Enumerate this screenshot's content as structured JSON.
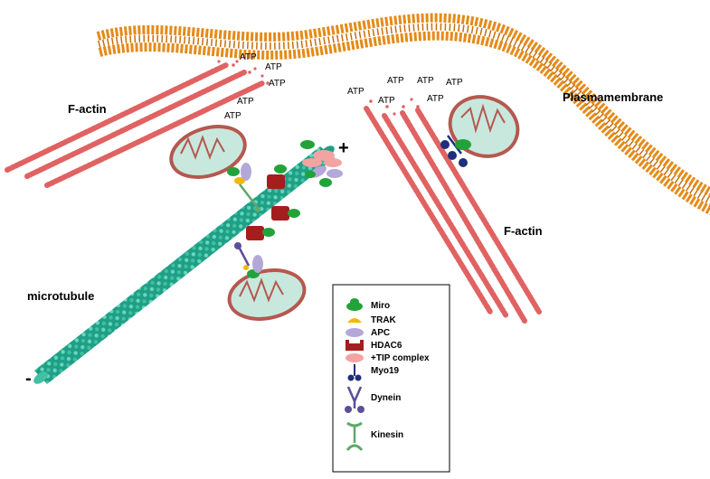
{
  "labels": {
    "plasma_membrane": "Plasmamembrane",
    "f_actin_left": "F-actin",
    "f_actin_right": "F-actin",
    "microtubule": "microtubule",
    "plus_end": "+",
    "minus_end": "-"
  },
  "atp_left": [
    "ATP",
    "ATP",
    "ATP",
    "ATP",
    "ATP"
  ],
  "atp_right": [
    "ATP",
    "ATP",
    "ATP",
    "ATP",
    "ATP",
    "ATP"
  ],
  "legend": {
    "items": [
      {
        "label": "Miro",
        "icon": "miro-icon",
        "color": "#22a33a"
      },
      {
        "label": "TRAK",
        "icon": "trak-icon",
        "color": "#f5b800"
      },
      {
        "label": "APC",
        "icon": "apc-icon",
        "color": "#b3a8d8"
      },
      {
        "label": "HDAC6",
        "icon": "hdac6-icon",
        "color": "#a51d1d"
      },
      {
        "label": "+TIP complex",
        "icon": "tip-complex-icon",
        "color": "#f4a3a3"
      },
      {
        "label": "Myo19",
        "icon": "myo19-icon",
        "color": "#1f2f7a"
      },
      {
        "label": "Dynein",
        "icon": "dynein-icon",
        "color": "#5a4f9a"
      },
      {
        "label": "Kinesin",
        "icon": "kinesin-icon",
        "color": "#5ea86a"
      }
    ]
  },
  "colors": {
    "membrane": "#e58a18",
    "membrane_dark": "#b8650a",
    "actin": "#e06262",
    "microtubule": "#1e9f86",
    "microtubule_light": "#67d7bf",
    "mito_fill": "#c8e8de",
    "mito_border": "#b5584f"
  }
}
